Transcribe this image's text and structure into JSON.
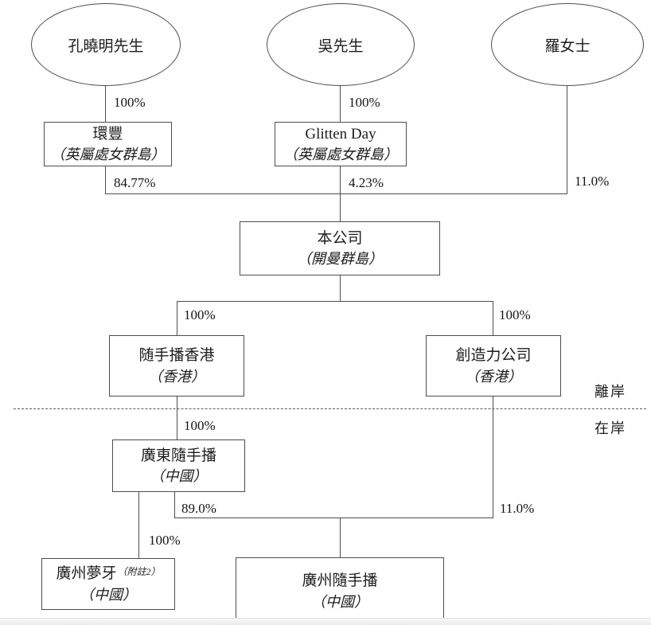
{
  "diagram": {
    "owners": {
      "kong": {
        "label": "孔曉明先生"
      },
      "wu": {
        "label": "吳先生"
      },
      "luo": {
        "label": "羅女士"
      }
    },
    "companies": {
      "huanfeng": {
        "name": "環豐",
        "location": "（英屬處女群島）"
      },
      "glitten": {
        "name": "Glitten Day",
        "location": "（英屬處女群島）"
      },
      "company": {
        "name": "本公司",
        "location": "（開曼群島）"
      },
      "suishoubo_hk": {
        "name": "随手播香港",
        "location": "（香港）"
      },
      "creativity": {
        "name": "創造力公司",
        "location": "（香港）"
      },
      "guangdong_ssb": {
        "name": "廣東隨手播",
        "location": "（中國）"
      },
      "guangzhou_mengya": {
        "name": "廣州夢牙",
        "note": "（附註2）",
        "location": "（中國）"
      },
      "guangzhou_ssb": {
        "name": "廣州隨手播",
        "location": "（中國）"
      }
    },
    "percentages": {
      "kong_huanfeng": "100%",
      "wu_glitten": "100%",
      "luo_company": "11.0%",
      "huanfeng_company": "84.77%",
      "glitten_company": "4.23%",
      "company_suishoubo_hk": "100%",
      "company_creativity": "100%",
      "suishoubo_hk_guangdong": "100%",
      "guangdong_guangzhou_ssb": "89.0%",
      "creativity_guangzhou_ssb": "11.0%",
      "guangdong_mengya": "100%"
    },
    "regions": {
      "offshore": "離岸",
      "onshore": "在岸"
    },
    "line_color": "#4d4d4d"
  }
}
